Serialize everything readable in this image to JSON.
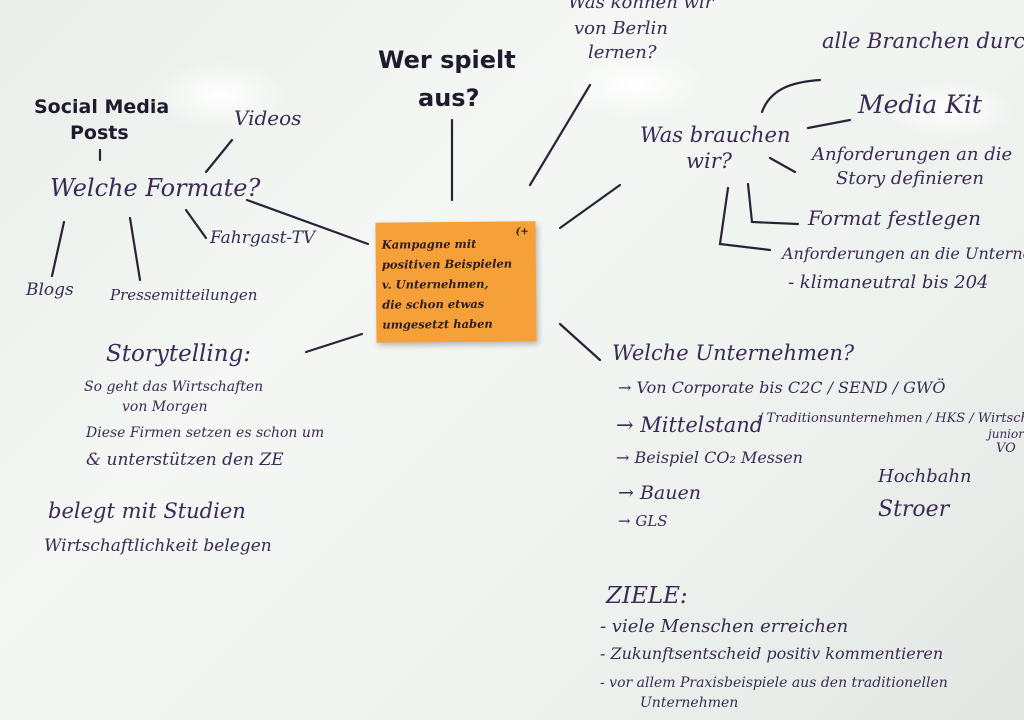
{
  "center": {
    "line1": "Kampagne mit",
    "sup": "(+",
    "line2": "positiven Beispielen",
    "line3": "v. Unternehmen,",
    "line4": "die schon etwas",
    "line5": "umgesetzt haben"
  },
  "top": {
    "wer_l1": "Wer spielt",
    "wer_l2": "aus?",
    "berlin_l1": "Was können wir",
    "berlin_l2": "von Berlin",
    "berlin_l3": "lernen?"
  },
  "formate": {
    "social_l1": "Social Media",
    "social_l2": "Posts",
    "videos": "Videos",
    "question": "Welche Formate?",
    "fahrgast": "Fahrgast-TV",
    "blogs": "Blogs",
    "presse": "Pressemitteilungen"
  },
  "storytelling": {
    "title": "Storytelling:",
    "b1_l1": "So geht das Wirtschaften",
    "b1_l2": "von Morgen",
    "b2": "Diese Firmen setzen es schon um",
    "b3": "& unterstützen den ZE",
    "a1": "belegt mit Studien",
    "a2": "Wirtschaftlichkeit belegen"
  },
  "brauchen": {
    "q_l1": "Was brauchen",
    "q_l2": "wir?",
    "alle": "alle Branchen durch",
    "media": "Media Kit",
    "anf1_l1": "Anforderungen an die",
    "anf1_l2": "Story definieren",
    "format": "Format festlegen",
    "anf2": "Anforderungen an die Unterneh",
    "klima": "- klimaneutral bis 204"
  },
  "unternehmen": {
    "title": "Welche Unternehmen?",
    "i1": "→ Von Corporate bis C2C / SEND / GWÖ",
    "i2a": "→ Mittelstand",
    "i2b": "/ Traditionsunternehmen / HKS / Wirtsch",
    "i2c_l1": "junior",
    "i2c_l2": "VO",
    "i3": "→ Beispiel CO₂ Messen",
    "i4": "→ Bauen",
    "i5": "→ GLS",
    "hoch": "Hochbahn",
    "stroer": "Stroer"
  },
  "ziele": {
    "title": "ZIELE:",
    "z1": "- viele Menschen erreichen",
    "z2": "- Zukunftsentscheid positiv kommentieren",
    "z3_l1": "- vor allem Praxisbeispiele aus den traditionellen",
    "z3_l2": "Unternehmen"
  }
}
